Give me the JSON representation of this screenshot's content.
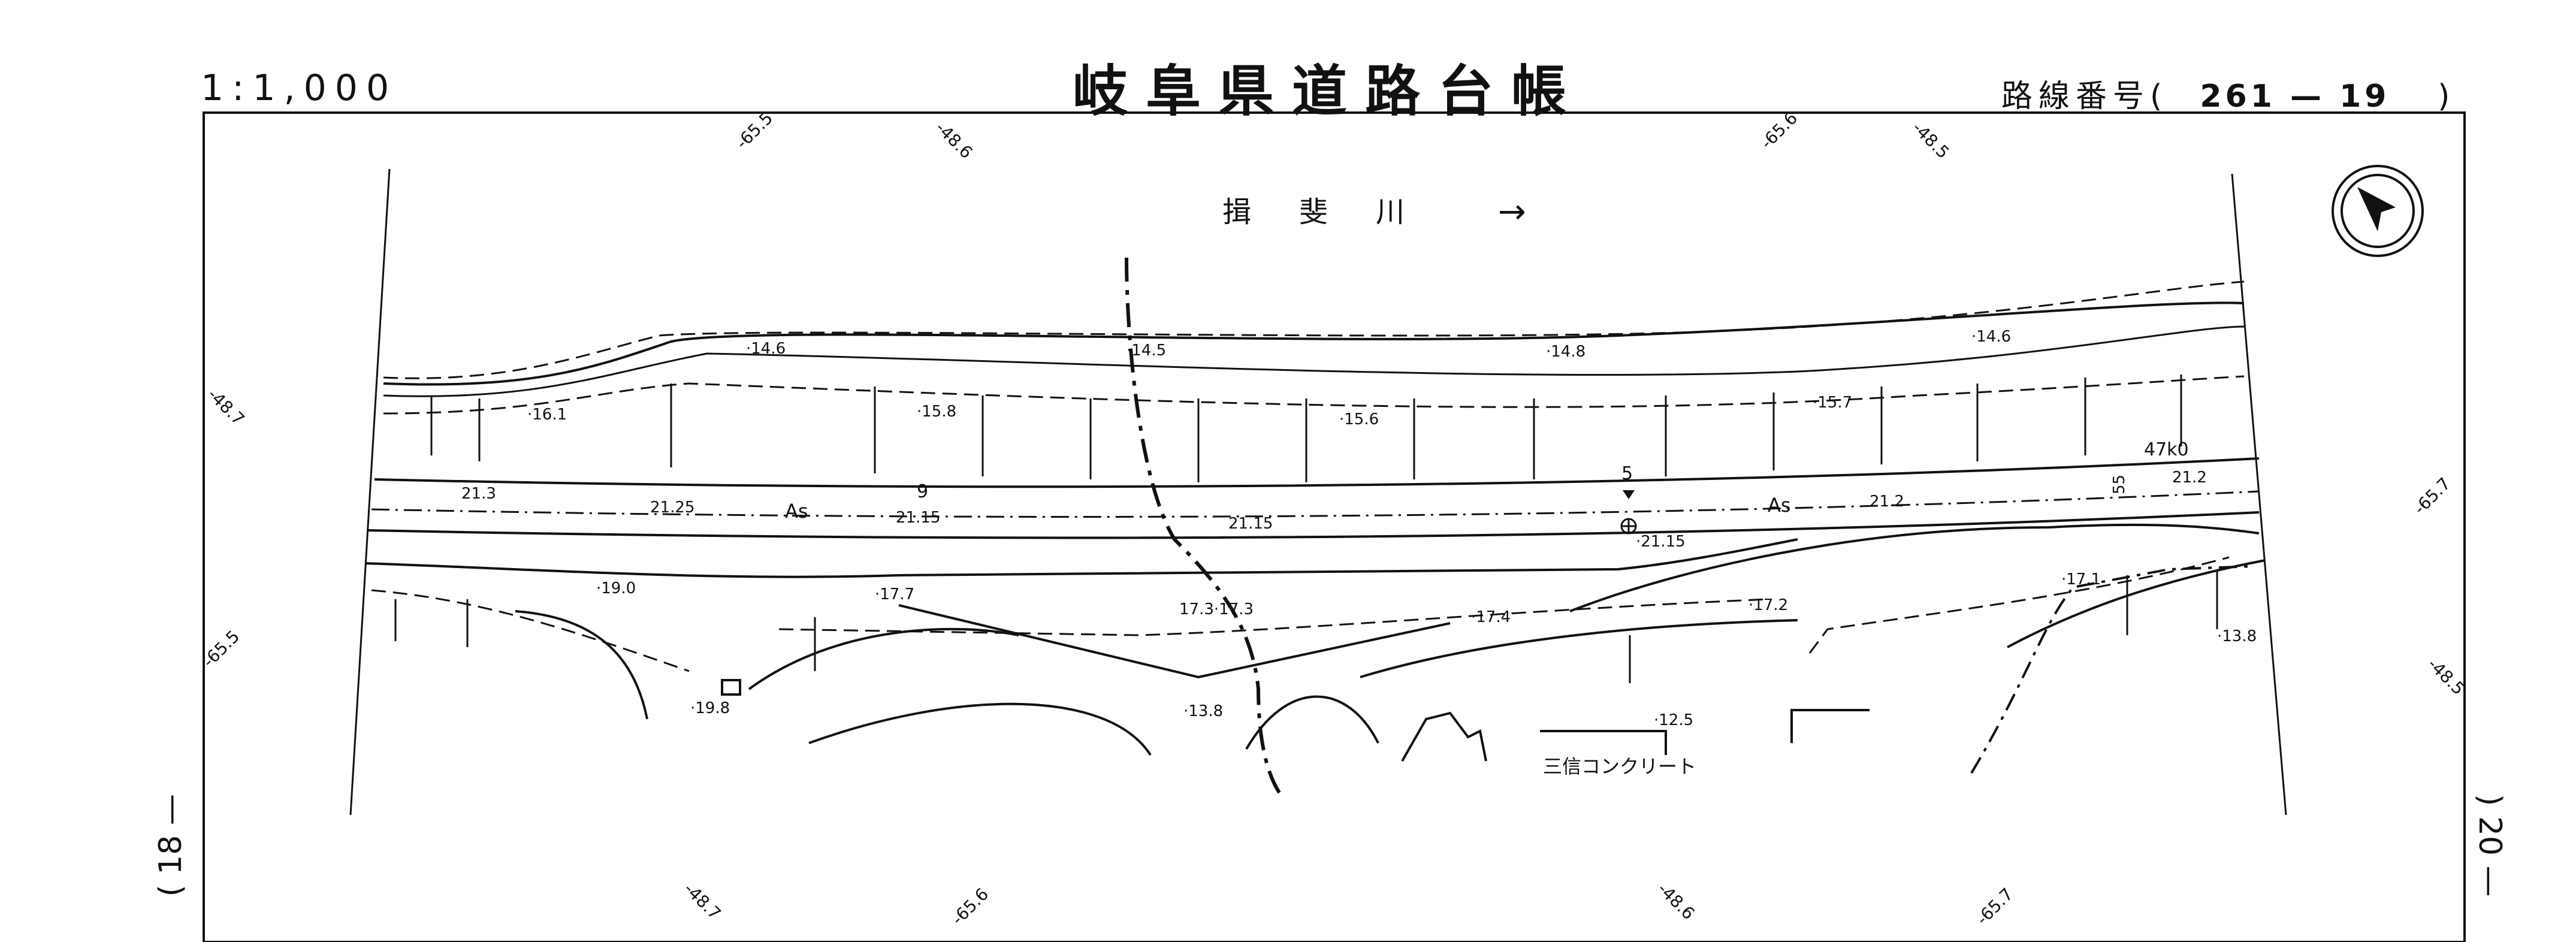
{
  "header": {
    "scale": "1:1,000",
    "title": "岐阜県道路台帳",
    "route_label": "路線番号(",
    "route_number": "261 — 19",
    "route_close": ")"
  },
  "page_refs": {
    "prev": "18",
    "next": "20"
  },
  "map": {
    "river_label": "揖　斐　川",
    "river_flow_arrow": "→",
    "company_label": "三信コンクリート",
    "surface_labels": [
      "As",
      "As"
    ],
    "km_post": "47k0",
    "road_number": "9",
    "section_marks": [
      "5",
      "55"
    ],
    "coords_top": [
      "-65.5",
      "-48.6",
      "-65.6",
      "-48.5"
    ],
    "coords_bottom": [
      "-48.7",
      "-65.6",
      "-48.6",
      "-65.7"
    ],
    "coords_left": [
      "-48.7",
      "-65.5"
    ],
    "coords_right": [
      "-65.7",
      "-48.5"
    ],
    "elevations": [
      "·14.6",
      "·14.5",
      "·14.8",
      "·14.6",
      "·16.1",
      "·15.8",
      "·15.6",
      "·15.7",
      "21.3",
      "21.25",
      "21.15",
      "21.15",
      "21.2",
      "21.2",
      "·21.15",
      "·19.0",
      "·17.7",
      "17.3·17.3",
      "·17.4",
      "·17.2",
      "·17.1",
      "·13.8",
      "·13.8",
      "·19.8",
      "·12.5"
    ]
  },
  "icons": {
    "north_arrow": "north-arrow-icon"
  }
}
